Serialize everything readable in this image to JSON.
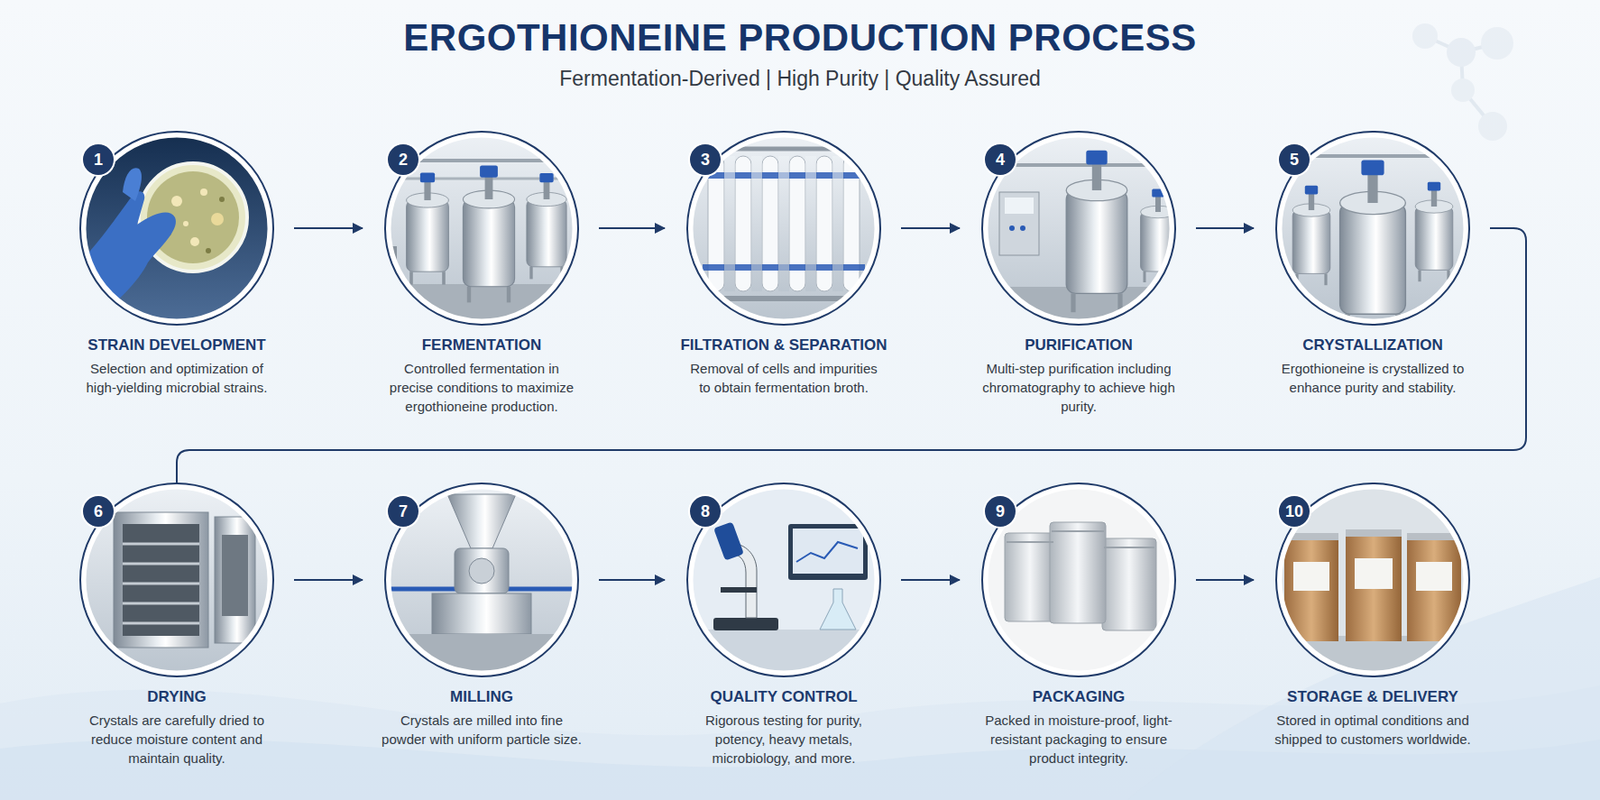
{
  "diagram": {
    "title": "ERGOTHIONEINE PRODUCTION PROCESS",
    "nodes": [
      {
        "text": [
          "1",
          "STRAIN DEVELOPMENT",
          "Selection and optimization of high-yielding microbial strains."
        ]
      },
      {
        "text": [
          "2",
          "FERMENTATION",
          "Controlled fermentation in precise conditions to maximize ergothioneine production."
        ]
      },
      {
        "text": [
          "3",
          "FILTRATION & SEPARATION",
          "Removal of cells and impurities to obtain fermentation broth."
        ]
      },
      {
        "text": [
          "4",
          "PURIFICATION",
          "Multi-step purification including chromatography to achieve high purity."
        ]
      },
      {
        "text": [
          "5",
          "CRYSTALLIZATION",
          "Ergothioneine is crystallized to enhance purity and stability."
        ]
      },
      {
        "text": [
          "6",
          "DRYING",
          "Crystals are carefully dried to reduce moisture content and maintain quality."
        ]
      },
      {
        "text": [
          "7",
          "MILLING",
          "Crystals are milled into fine powder with uniform particle size."
        ]
      },
      {
        "text": [
          "8",
          "QUALITY CONTROL",
          "Rigorous testing for purity, potency, heavy metals, microbiology, and more."
        ]
      },
      {
        "text": [
          "9",
          "PACKAGING",
          "Packed in moisture-proof, light-resistant packaging to ensure product integrity."
        ]
      },
      {
        "text": [
          "10",
          "STORAGE & DELIVERY",
          "Stored in optimal conditions and shipped to customers worldwide."
        ]
      }
    ],
    "edges": [
      {
        "from": 0,
        "to": 1,
        "arrow": "to"
      },
      {
        "from": 1,
        "to": 2,
        "arrow": "to"
      },
      {
        "from": 2,
        "to": 3,
        "arrow": "to"
      },
      {
        "from": 3,
        "to": 4,
        "arrow": "to"
      },
      {
        "from": 4,
        "to": 5,
        "arrow": "none"
      },
      {
        "from": 5,
        "to": 6,
        "arrow": "to"
      },
      {
        "from": 6,
        "to": 7,
        "arrow": "to"
      },
      {
        "from": 7,
        "to": 8,
        "arrow": "to"
      },
      {
        "from": 8,
        "to": 9,
        "arrow": "to"
      }
    ],
    "labels": [
      "Fermentation-Derived | High Purity | Quality Assured"
    ]
  }
}
